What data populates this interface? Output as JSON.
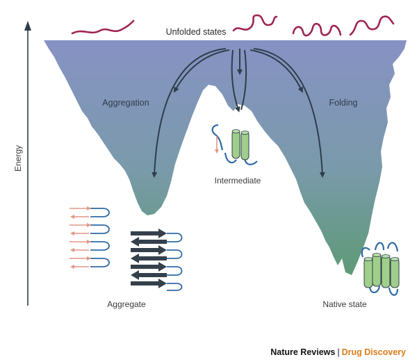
{
  "diagram": {
    "axis_label": "Energy",
    "labels": {
      "unfolded": "Unfolded states",
      "aggregation": "Aggregation",
      "folding": "Folding",
      "intermediate": "Intermediate",
      "aggregate": "Aggregate",
      "native": "Native state"
    }
  },
  "credit": {
    "journal": "Nature Reviews",
    "separator": "|",
    "section": "Drug Discovery"
  },
  "colors": {
    "funnel_top": "#8792c4",
    "funnel_bottom": "#5d9a76",
    "arrow": "#2e3d4a",
    "coil": "#9e2452",
    "strand_blue": "#2e6aa6",
    "helix_green": "#9fcf8a",
    "pink_arrow": "#e29585",
    "dark_arrow": "#34404b"
  }
}
